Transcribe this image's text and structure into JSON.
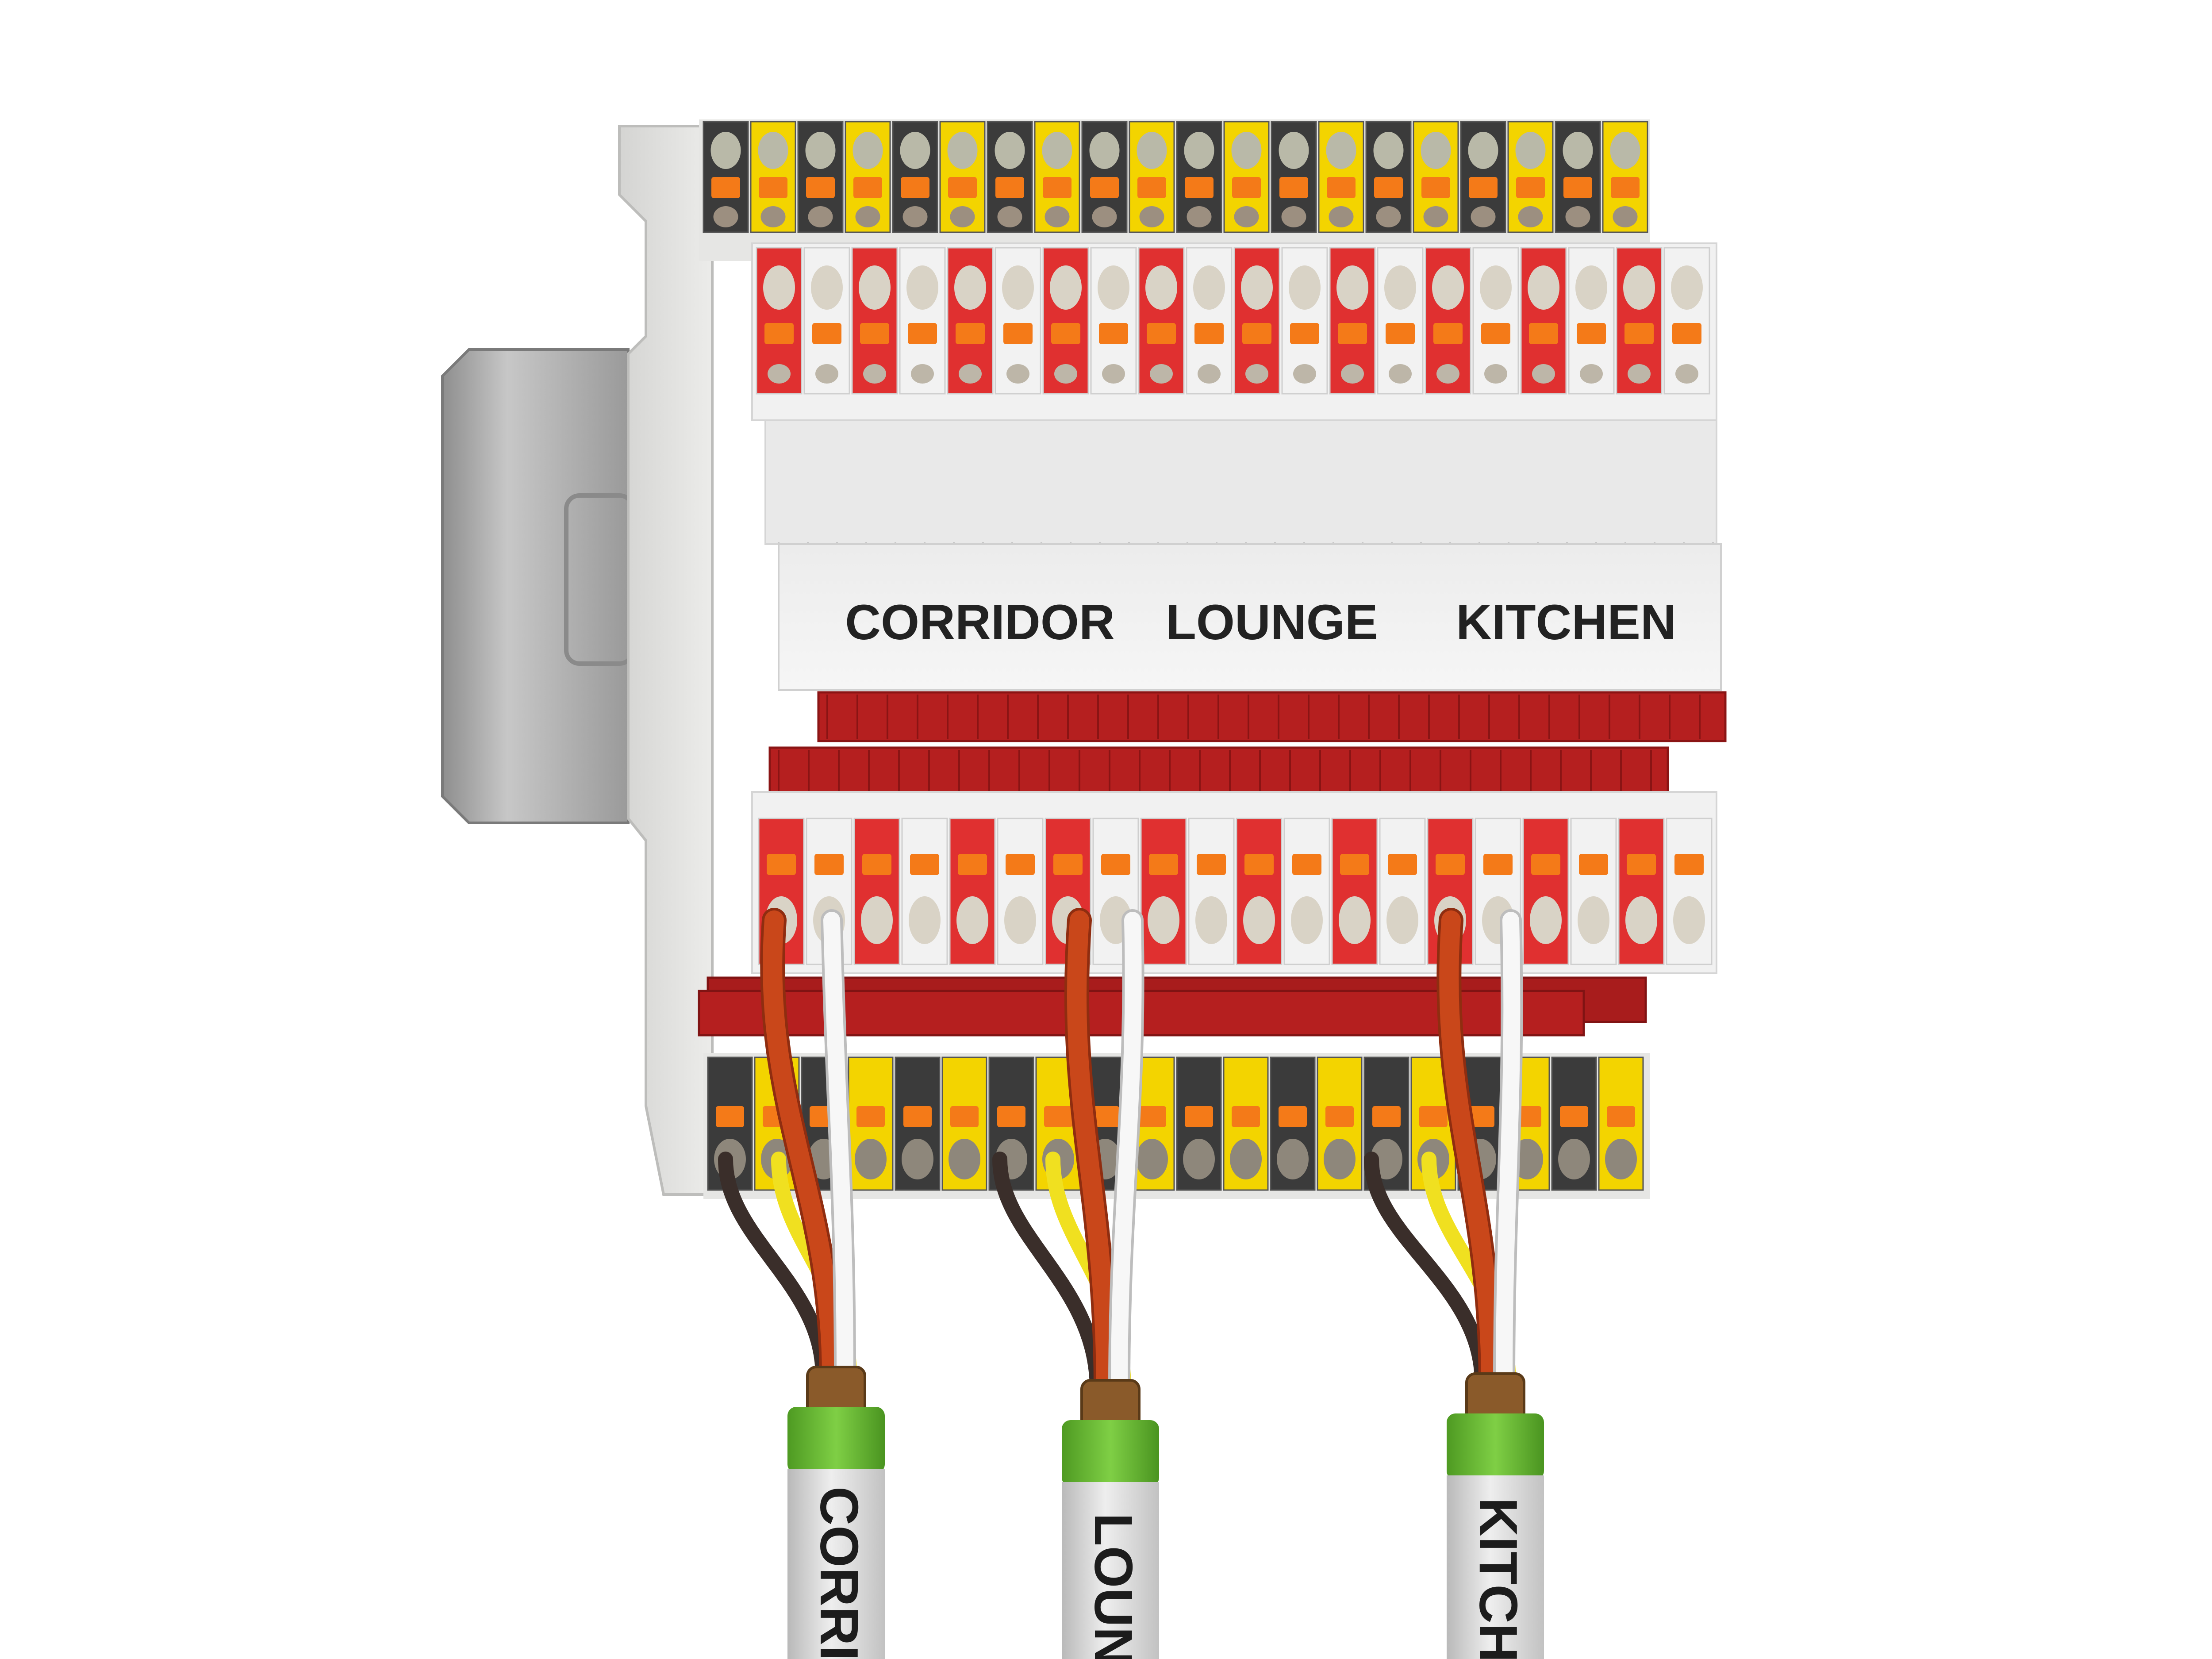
{
  "image": {
    "subject": "terminal-block-assembly",
    "marker_strip": {
      "labels": [
        "CORRIDOR",
        "LOUNGE",
        "KITCHEN"
      ]
    },
    "cables": [
      {
        "sleeve_text": "CORRI"
      },
      {
        "sleeve_text": "LOUN"
      },
      {
        "sleeve_text": "KITCH"
      }
    ],
    "colors": {
      "background": "#ffffff",
      "housing": "#e8e8e6",
      "din_rail": "#a8a8a8",
      "upper_black_yellow": "#f3d400",
      "terminal_red": "#e03030",
      "lever_orange": "#f47a18",
      "bridge_dark_red": "#b31e1e",
      "cable_sheath": "#d6d6d6",
      "cable_collar_green": "#66b82e",
      "wire_brown": "#c9471a",
      "wire_white": "#f7f7f7",
      "wire_yellow": "#f0e020",
      "wire_black": "#3a2e2a"
    }
  }
}
